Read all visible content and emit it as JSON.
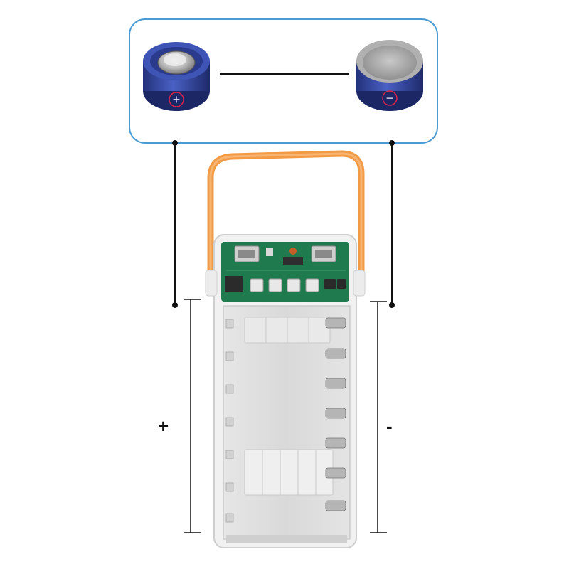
{
  "terminals": {
    "positive": {
      "symbol": "+"
    },
    "negative": {
      "symbol": "−"
    }
  },
  "polarity_labels": {
    "positive": "+",
    "negative": "-"
  },
  "colors": {
    "callout_border": "#4a9bd4",
    "cell_blue": "#3b4fa8",
    "handle": "#f39a44",
    "pcb": "#1f7a4e",
    "lines": "#111111",
    "casing": "#f1f1f1"
  },
  "icons": [
    "battery-cell-positive",
    "battery-cell-negative",
    "power-bank-case",
    "usb-port",
    "led-light"
  ]
}
